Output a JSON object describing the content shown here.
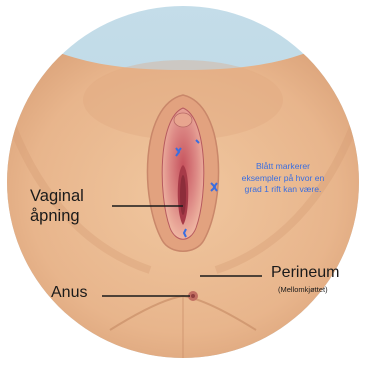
{
  "labels": {
    "vaginal_line1": "Vaginal",
    "vaginal_line2": "åpning",
    "anus": "Anus",
    "perineum": "Perineum",
    "perineum_sub": "(Mellomkjøttet)",
    "note": "Blått markerer eksempler på hvor en grad 1 rift kan være."
  },
  "colors": {
    "label_text": "#1a1a1a",
    "note_text": "#3a6ee0",
    "tear_marks": "#3a6ee0"
  },
  "marker_count": 4
}
